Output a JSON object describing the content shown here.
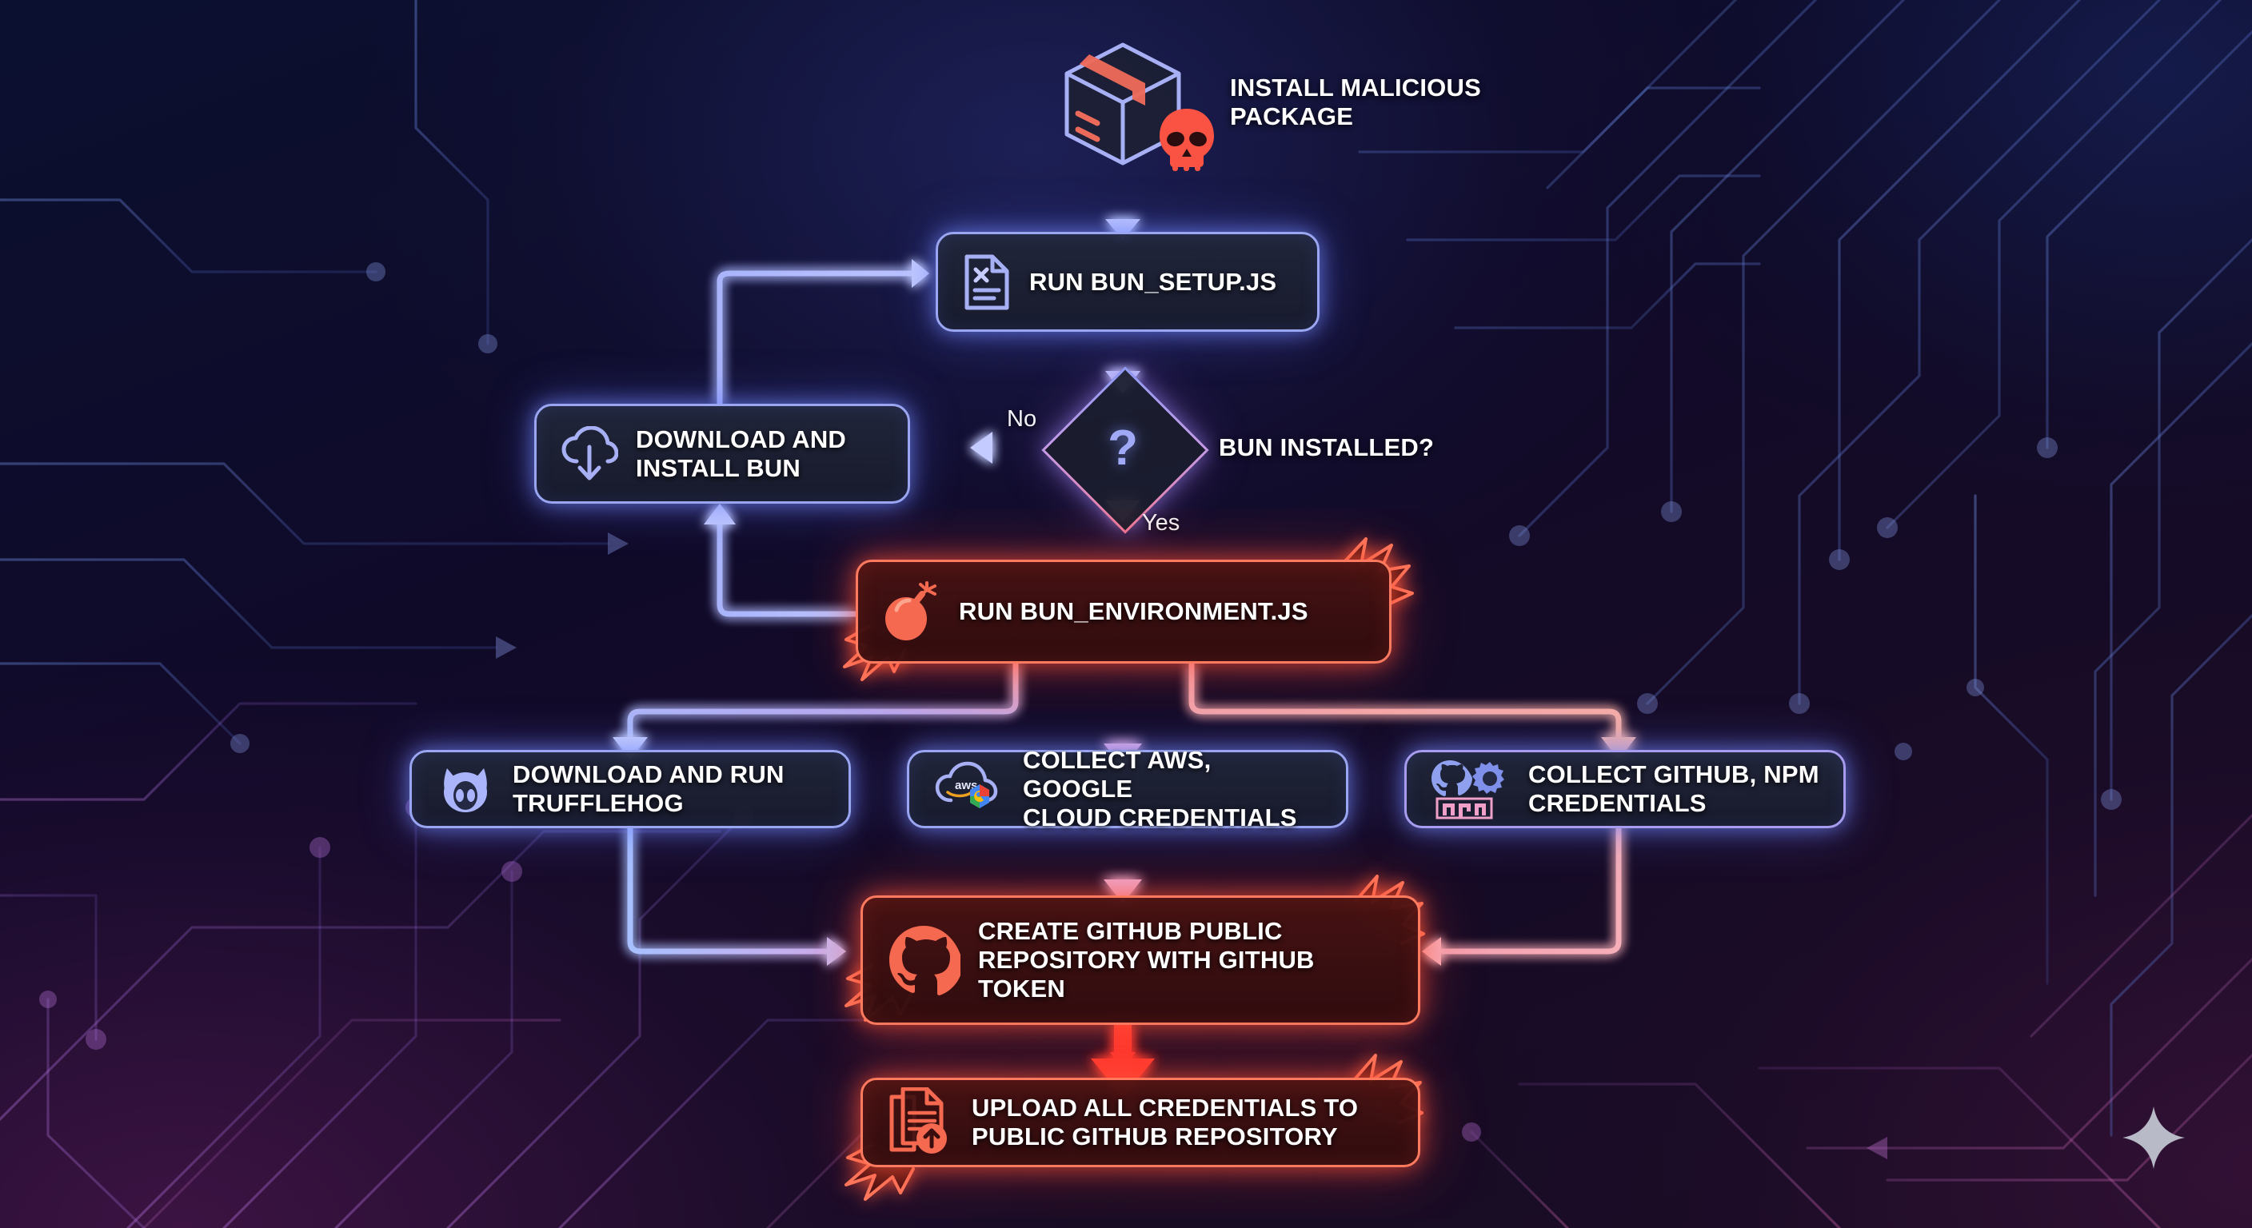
{
  "diagram": {
    "title": "Malicious Package Attack Flow",
    "colors": {
      "blue_stroke": "#9aa6f2",
      "red_stroke": "#ff7a5f",
      "pink_stroke": "#f4a0b4",
      "purple_stroke": "#c79ae6",
      "text": "#ffffff",
      "bg_top": "#0b1030",
      "bg_bottom": "#1b0c24",
      "red_arrow": "#ff3b30",
      "npm_pink": "#f0a0c8"
    },
    "start": {
      "label": "INSTALL MALICIOUS\nPACKAGE",
      "icons": [
        "package-box-icon",
        "skull-icon"
      ]
    },
    "nodes": [
      {
        "id": "bun-setup",
        "label": "RUN BUN_SETUP.JS",
        "style": "blue",
        "icon": "js-document-icon"
      },
      {
        "id": "download-bun",
        "label": "DOWNLOAD AND\nINSTALL BUN",
        "style": "blue",
        "icon": "cloud-download-icon"
      },
      {
        "id": "bun-environment",
        "label": "RUN BUN_ENVIRONMENT.JS",
        "style": "red",
        "icon": "bomb-icon"
      },
      {
        "id": "trufflehog",
        "label": "DOWNLOAD AND RUN\nTRUFFLEHOG",
        "style": "blue",
        "icon": "trufflehog-pig-icon"
      },
      {
        "id": "cloud-creds",
        "label": "COLLECT AWS, GOOGLE\nCLOUD CREDENTIALS",
        "style": "blue",
        "icon": "aws-gcp-cloud-icon"
      },
      {
        "id": "github-npm-creds",
        "label": "COLLECT GITHUB, NPM\nCREDENTIALS",
        "style": "blue",
        "icon": "github-npm-icon"
      },
      {
        "id": "create-repo",
        "label": "CREATE GITHUB PUBLIC\nREPOSITORY WITH GITHUB TOKEN",
        "style": "red",
        "icon": "github-octocat-icon"
      },
      {
        "id": "upload-creds",
        "label": "UPLOAD ALL CREDENTIALS TO\nPUBLIC GITHUB REPOSITORY",
        "style": "red",
        "icon": "document-upload-icon"
      }
    ],
    "decision": {
      "id": "bun-installed",
      "symbol": "?",
      "label": "BUN INSTALLED?",
      "branches": [
        {
          "label": "No",
          "target": "download-bun"
        },
        {
          "label": "Yes",
          "target": "bun-environment"
        }
      ]
    },
    "watermark": {
      "icon": "sparkle-icon"
    }
  }
}
